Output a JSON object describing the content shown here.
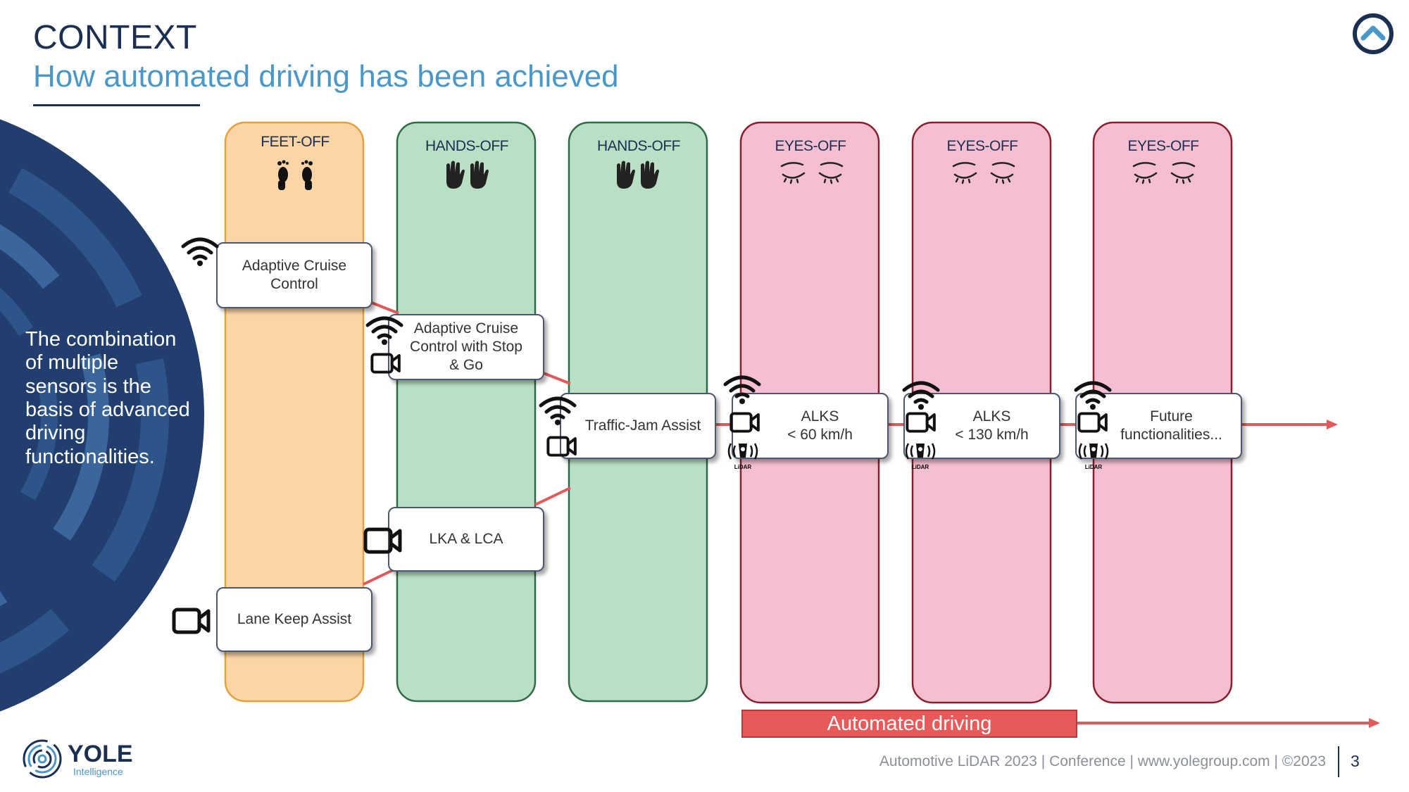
{
  "header": {
    "title": "CONTEXT",
    "subtitle": "How automated driving has been achieved"
  },
  "side_text": "The combination of multiple sensors is the basis of advanced driving functionalities.",
  "lanes": [
    {
      "label": "FEET-OFF",
      "icon": "feet-icon",
      "color": "#fbd5a6",
      "border": "#e3a23d"
    },
    {
      "label": "HANDS-OFF",
      "icon": "hands-icon",
      "color": "#b9e0c4",
      "border": "#2f6b44"
    },
    {
      "label": "HANDS-OFF",
      "icon": "hands-icon",
      "color": "#b9e0c4",
      "border": "#2f6b44"
    },
    {
      "label": "EYES-OFF",
      "icon": "closed-eyes-icon",
      "color": "#f6bfd1",
      "border": "#8a1e2e"
    },
    {
      "label": "EYES-OFF",
      "icon": "closed-eyes-icon",
      "color": "#f6bfd1",
      "border": "#8a1e2e"
    },
    {
      "label": "EYES-OFF",
      "icon": "closed-eyes-icon",
      "color": "#f6bfd1",
      "border": "#8a1e2e"
    }
  ],
  "features": {
    "acc": "Adaptive Cruise Control",
    "acc_sg": "Adaptive Cruise Control with Stop & Go",
    "tja": "Traffic-Jam Assist",
    "alks60_line1": "ALKS",
    "alks60_line2": "< 60 km/h",
    "alks130_line1": "ALKS",
    "alks130_line2": "< 130 km/h",
    "future_line1": "Future",
    "future_line2": "functionalities...",
    "lka_lca": "LKA & LCA",
    "lka": "Lane Keep Assist"
  },
  "lidar_label": "LiDAR",
  "automated_driving": "Automated driving",
  "footer": {
    "text": "Automotive LiDAR 2023 | Conference | www.yolegroup.com | ©2023",
    "page": "3"
  },
  "brand": {
    "name": "YOLE",
    "sub": "Intelligence"
  },
  "colors": {
    "navy": "#1b2f52",
    "accent_blue": "#4a97c9",
    "connector_red": "#e05a5a"
  }
}
